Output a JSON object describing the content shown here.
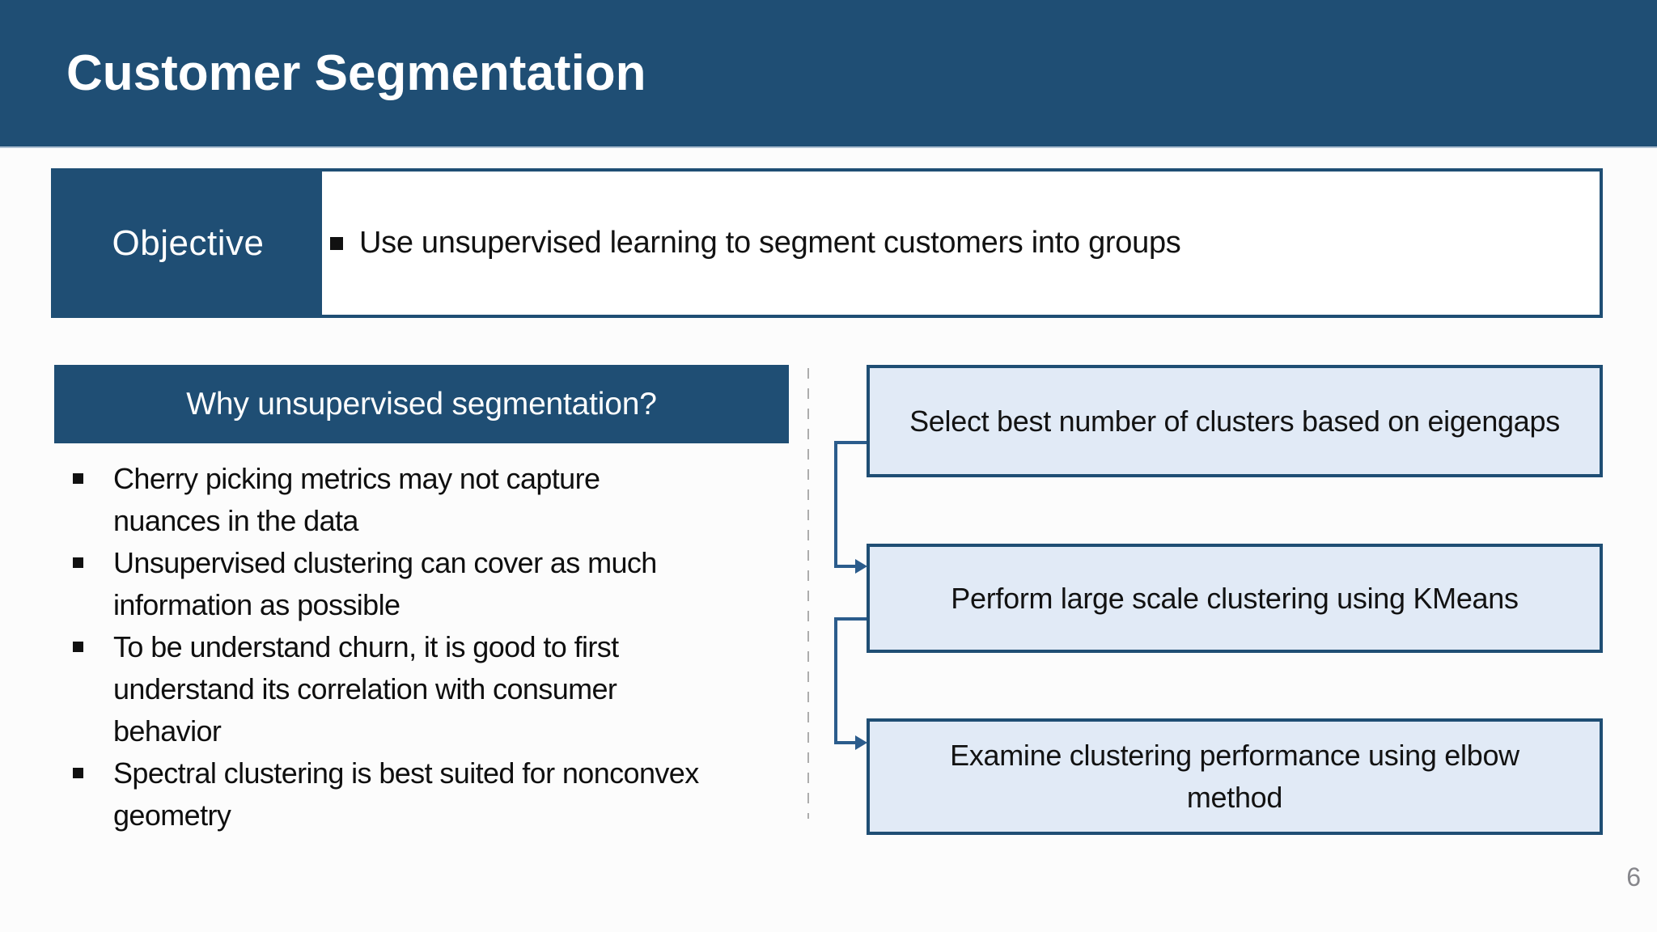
{
  "slide": {
    "title": "Customer Segmentation",
    "page_number": "6"
  },
  "objective": {
    "label": "Objective",
    "text": "Use unsupervised learning to segment customers into groups"
  },
  "left_panel": {
    "heading": "Why unsupervised segmentation?",
    "bullets": [
      "Cherry picking metrics may not capture\nnuances in the data",
      "Unsupervised clustering can cover as much\ninformation as possible",
      "To be understand churn, it is good to first\nunderstand its correlation with consumer\nbehavior",
      "Spectral clustering is best suited for nonconvex\ngeometry"
    ]
  },
  "flow": {
    "steps": [
      "Select best number of clusters based on eigengaps",
      "Perform large scale clustering using KMeans",
      "Examine clustering performance using elbow\nmethod"
    ]
  },
  "colors": {
    "header_blue": "#1f4e74",
    "flow_box_fill": "#e1eaf6",
    "box_border_blue": "#1f4e74",
    "connector_blue": "#2b5c8c",
    "divider_gray": "#adadad",
    "body_text": "#111111",
    "page_number_gray": "#87878c"
  }
}
